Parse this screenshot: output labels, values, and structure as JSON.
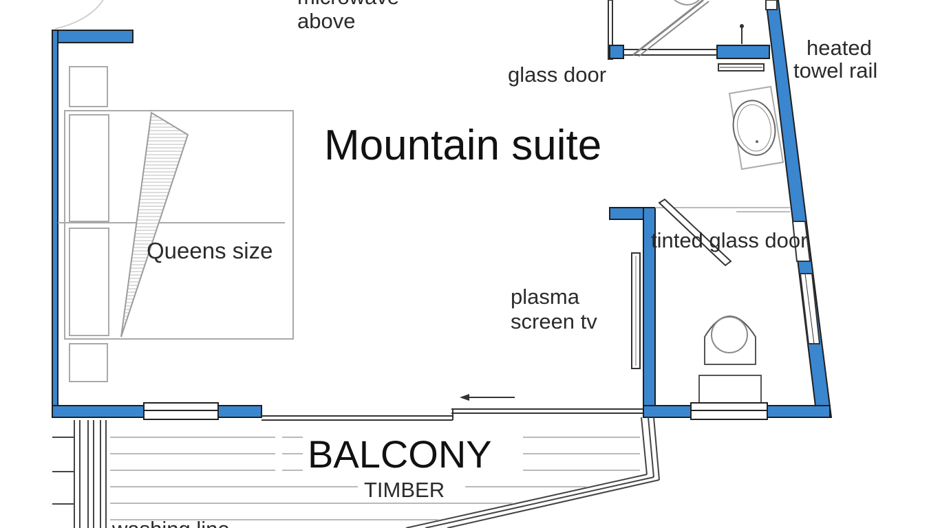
{
  "plan": {
    "title": "Mountain suite",
    "labels": {
      "microwave_line1": "microwave",
      "microwave_line2": "above",
      "glass_door": "glass door",
      "towel_rail_line1": "heated",
      "towel_rail_line2": "towel rail",
      "bed": "Queens size",
      "tinted_glass_door": "tinted glass door",
      "tv_line1": "plasma",
      "tv_line2": "screen tv",
      "balcony": "BALCONY",
      "timber": "TIMBER",
      "washing_line": "washing line"
    },
    "colors": {
      "wall": "#3a86cf",
      "outline": "#1f1f1f",
      "fixture": "#9a9a9a"
    }
  }
}
